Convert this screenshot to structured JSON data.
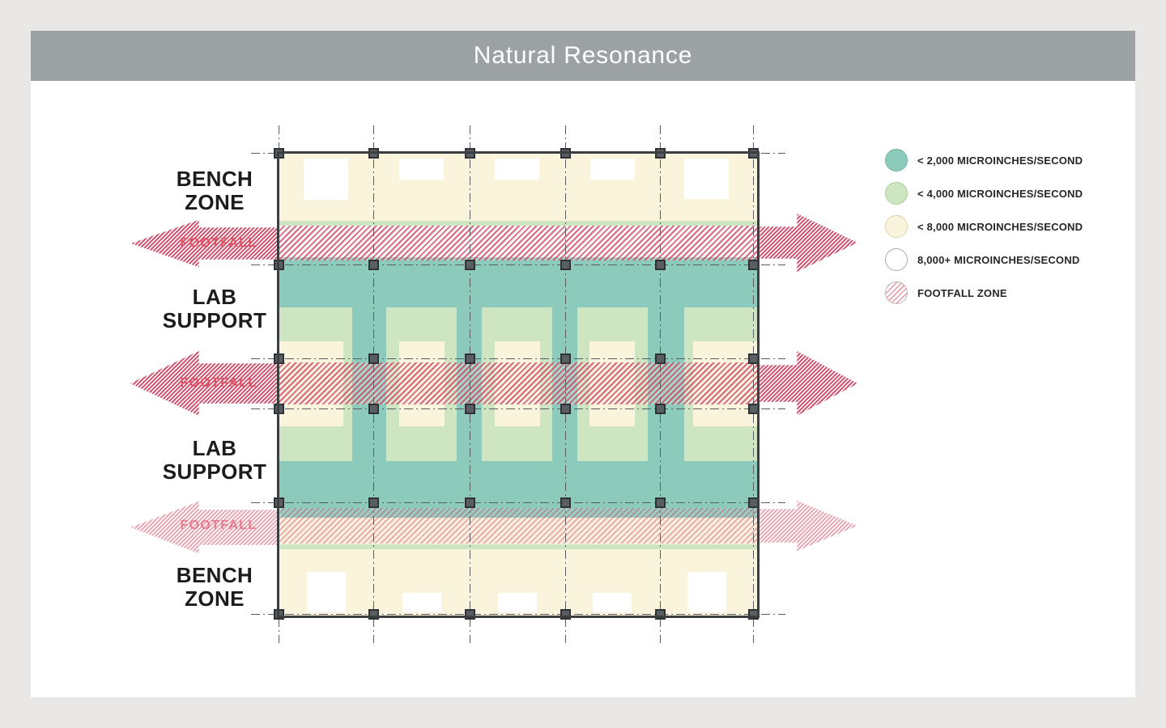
{
  "title": "Natural Resonance",
  "zone_labels": {
    "bench_top": {
      "line1": "BENCH",
      "line2": "ZONE"
    },
    "lab_upper": {
      "line1": "LAB",
      "line2": "SUPPORT"
    },
    "lab_lower": {
      "line1": "LAB",
      "line2": "SUPPORT"
    },
    "bench_bottom": {
      "line1": "BENCH",
      "line2": "ZONE"
    }
  },
  "footfall_arrows": {
    "label": "FOOTFALL"
  },
  "legend": {
    "items": [
      {
        "id": "lt2000",
        "label": "< 2,000 MICROINCHES/SECOND",
        "color": "#8CCBBB"
      },
      {
        "id": "lt4000",
        "label": "< 4,000 MICROINCHES/SECOND",
        "color": "#CEE5C1"
      },
      {
        "id": "lt8000",
        "label": "< 8,000 MICROINCHES/SECOND",
        "color": "#F9F4DB"
      },
      {
        "id": "gt8000",
        "label": "8,000+ MICROINCHES/SECOND",
        "color": "#FFFFFF"
      },
      {
        "id": "footfall",
        "label": "FOOTFALL ZONE",
        "color": "#CC4766"
      }
    ]
  },
  "colors": {
    "footfall_accent": "#CC4766",
    "teal": "#8CCBBB",
    "green": "#CEE5C1",
    "cream": "#F9F4DB",
    "titlebar": "#9CA1A4"
  }
}
